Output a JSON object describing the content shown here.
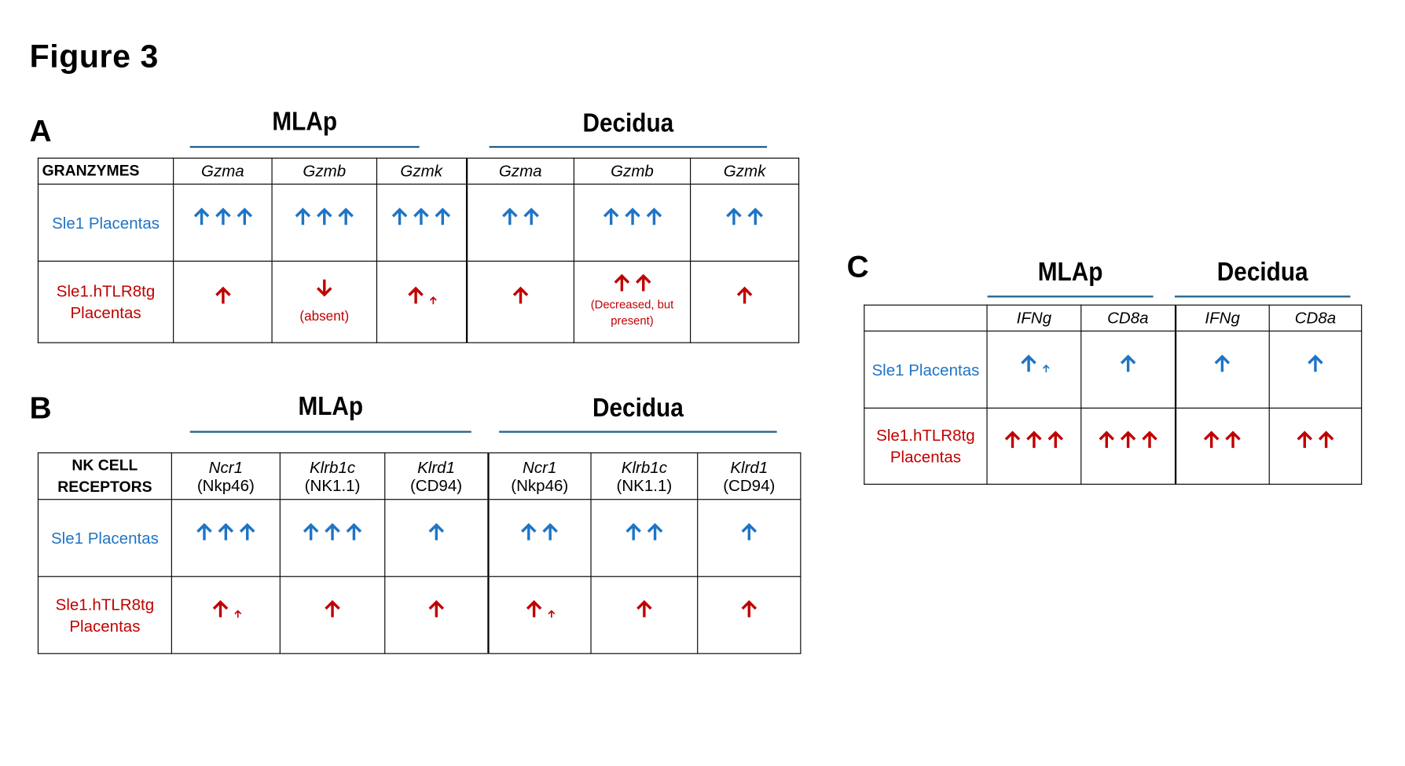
{
  "figure_title": "Figure 3",
  "colors": {
    "blue": "#1f74c5",
    "red": "#c00000",
    "group_line": "#1f5f8b"
  },
  "panels": [
    {
      "id": "A",
      "letter": "A",
      "groups": [
        "MLAp",
        "Decidua"
      ],
      "corner": [
        "GRANZYMES"
      ],
      "columns": [
        {
          "name": "Gzma",
          "sub": ""
        },
        {
          "name": "Gzmb",
          "sub": ""
        },
        {
          "name": "Gzmk",
          "sub": ""
        },
        {
          "name": "Gzma",
          "sub": ""
        },
        {
          "name": "Gzmb",
          "sub": ""
        },
        {
          "name": "Gzmk",
          "sub": ""
        }
      ],
      "rows": [
        {
          "label": [
            "Sle1 Placentas"
          ],
          "color": "blue",
          "cells": [
            {
              "arrows": "up,up,up"
            },
            {
              "arrows": "up,up,up"
            },
            {
              "arrows": "up,up,up"
            },
            {
              "arrows": "up,up"
            },
            {
              "arrows": "up,up,up"
            },
            {
              "arrows": "up,up"
            }
          ]
        },
        {
          "label": [
            "Sle1.hTLR8tg",
            "Placentas"
          ],
          "color": "red",
          "cells": [
            {
              "arrows": "up"
            },
            {
              "arrows": "down",
              "note": "(absent)"
            },
            {
              "arrows": "up,small-up"
            },
            {
              "arrows": "up"
            },
            {
              "arrows": "up,up",
              "note": "(Decreased, but present)"
            },
            {
              "arrows": "up"
            }
          ]
        }
      ]
    },
    {
      "id": "B",
      "letter": "B",
      "groups": [
        "MLAp",
        "Decidua"
      ],
      "corner": [
        "NK CELL",
        "RECEPTORS"
      ],
      "columns": [
        {
          "name": "Ncr1",
          "sub": "(Nkp46)"
        },
        {
          "name": "Klrb1c",
          "sub": "(NK1.1)"
        },
        {
          "name": "Klrd1",
          "sub": "(CD94)"
        },
        {
          "name": "Ncr1",
          "sub": "(Nkp46)"
        },
        {
          "name": "Klrb1c",
          "sub": "(NK1.1)"
        },
        {
          "name": "Klrd1",
          "sub": "(CD94)"
        }
      ],
      "rows": [
        {
          "label": [
            "Sle1 Placentas"
          ],
          "color": "blue",
          "cells": [
            {
              "arrows": "up,up,up"
            },
            {
              "arrows": "up,up,up"
            },
            {
              "arrows": "up"
            },
            {
              "arrows": "up,up"
            },
            {
              "arrows": "up,up"
            },
            {
              "arrows": "up"
            }
          ]
        },
        {
          "label": [
            "Sle1.hTLR8tg",
            "Placentas"
          ],
          "color": "red",
          "cells": [
            {
              "arrows": "up,small-up"
            },
            {
              "arrows": "up"
            },
            {
              "arrows": "up"
            },
            {
              "arrows": "up,small-up"
            },
            {
              "arrows": "up"
            },
            {
              "arrows": "up"
            }
          ]
        }
      ]
    },
    {
      "id": "C",
      "letter": "C",
      "groups": [
        "MLAp",
        "Decidua"
      ],
      "corner": [
        ""
      ],
      "columns": [
        {
          "name": "IFNg",
          "sub": ""
        },
        {
          "name": "CD8a",
          "sub": ""
        },
        {
          "name": "IFNg",
          "sub": ""
        },
        {
          "name": "CD8a",
          "sub": ""
        }
      ],
      "rows": [
        {
          "label": [
            "Sle1 Placentas"
          ],
          "color": "blue",
          "cells": [
            {
              "arrows": "up,small-up"
            },
            {
              "arrows": "up"
            },
            {
              "arrows": "up"
            },
            {
              "arrows": "up"
            }
          ]
        },
        {
          "label": [
            "Sle1.hTLR8tg",
            "Placentas"
          ],
          "color": "red",
          "cells": [
            {
              "arrows": "up,up,up"
            },
            {
              "arrows": "up,up,up"
            },
            {
              "arrows": "up,up"
            },
            {
              "arrows": "up,up"
            }
          ]
        }
      ]
    }
  ]
}
